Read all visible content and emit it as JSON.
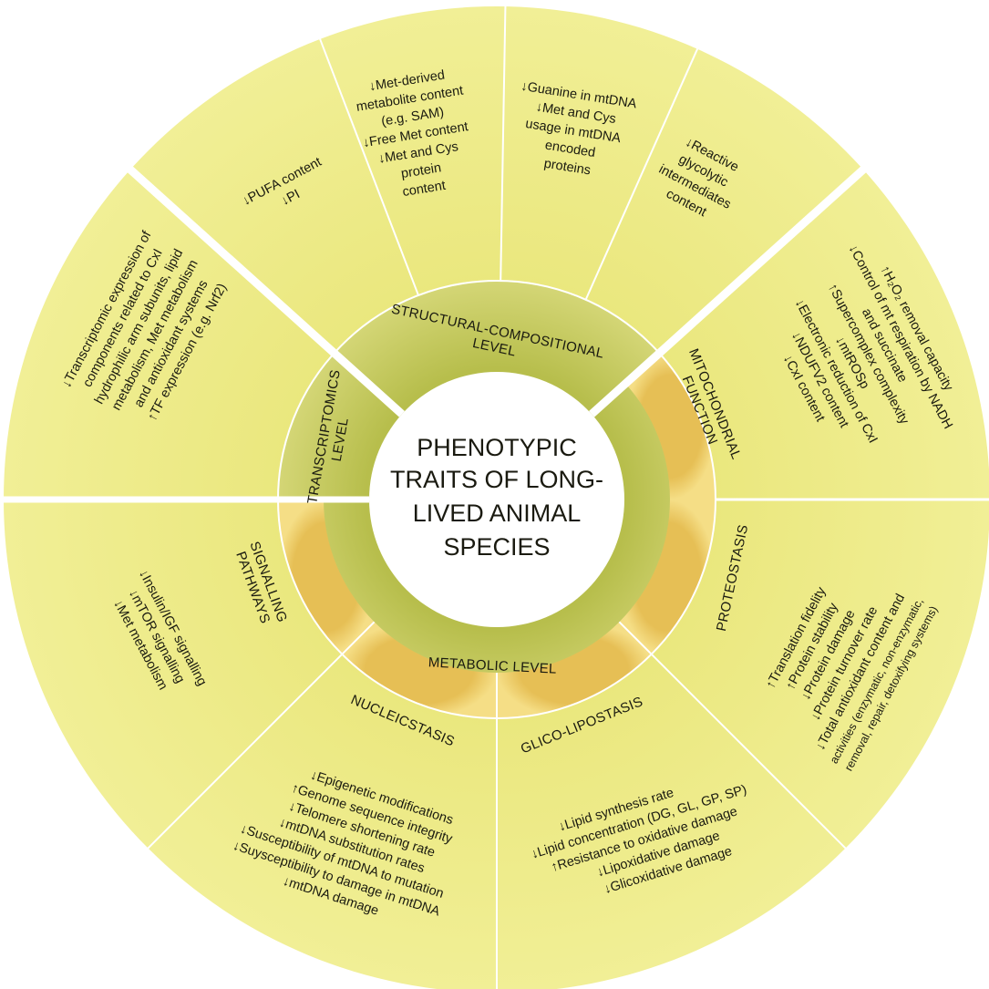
{
  "center": {
    "lines": [
      "PHENOTYPIC",
      "TRAITS OF LONG-",
      "LIVED ANIMAL",
      "SPECIES"
    ]
  },
  "middle_ring": {
    "structural": [
      "STRUCTURAL-COMPOSITIONAL",
      "LEVEL"
    ],
    "transcriptomics": [
      "TRANSCRIPTOMICS",
      "LEVEL"
    ],
    "metabolic": [
      "METABOLIC LEVEL"
    ]
  },
  "inner_ring": {
    "mitochondrial": [
      "MITOCHONDRIAL",
      "FUNCTION"
    ],
    "proteostasis": [
      "PROTEOSTASIS"
    ],
    "glico_lipostasis": [
      "GLICO-LIPOSTASIS"
    ],
    "nucleicstasis": [
      "NUCLEICSTASIS"
    ],
    "signalling": [
      "SIGNALLING",
      "PATHWAYS"
    ]
  },
  "outer": {
    "transcriptomic": [
      "↓Transcriptomic expression of",
      "components related to CxI",
      "hydrophilic arm subunits, lipid",
      "metabolism, Met metabolism",
      "and antioxidant systems",
      "↑TF expression (e.g. Nrf2)"
    ],
    "pufa": [
      "↓PUFA content",
      "↓PI"
    ],
    "met": [
      "↓Met-derived",
      "metabolite content",
      "(e.g. SAM)",
      "↓Free Met content",
      "↓Met and Cys",
      "protein",
      "content"
    ],
    "guanine": [
      "↓Guanine in mtDNA",
      "↓Met and Cys",
      "usage in mtDNA",
      "encoded",
      "proteins"
    ],
    "glycolytic": [
      "↓Reactive",
      "glycolytic",
      "intermediates",
      "content"
    ],
    "mito": [
      "↑H₂O₂ removal capacity",
      "↓Control of mt respiration by NADH",
      "and succinate",
      "↑Supercomplex complexity",
      "↓mtROSp",
      "↓Electronic reduction of CxI",
      "↓NDUFV2 content",
      "↓CxI content"
    ],
    "proteo": [
      "↑Translation fidelity",
      "↑Protein stability",
      "↓Protein damage",
      "↓Protein turnover rate",
      "↓Total antioxidant content and",
      "activities (enzymatic, non-enzymatic,",
      "removal, repair, detoxifying systems)"
    ],
    "lipid": [
      "↓Lipid synthesis rate",
      "↓Lipid concentration (DG, GL, GP, SP)",
      "↑Resistance to oxidative damage",
      "↓Lipoxidative damage",
      "↓Glicoxidative damage"
    ],
    "nucleic": [
      "↓Epigenetic modifications",
      "↑Genome sequence integrity",
      "↓Telomere shortening rate",
      "↓mtDNA substitution rates",
      "↓Susceptibility of mtDNA to mutation",
      "↓Suysceptibility to damage in mtDNA",
      "↓mtDNA damage"
    ],
    "signal": [
      "↓Insulin/IGF signalling",
      "↓mTOR signalling",
      "↓Met metabolism"
    ]
  },
  "colors": {
    "outer": "#efed8c",
    "middle": "#d0d070",
    "inner_green": "#c3c95f",
    "orange_band": "#f0d070",
    "divider": "#ffffff",
    "text": "#1a1a10"
  }
}
